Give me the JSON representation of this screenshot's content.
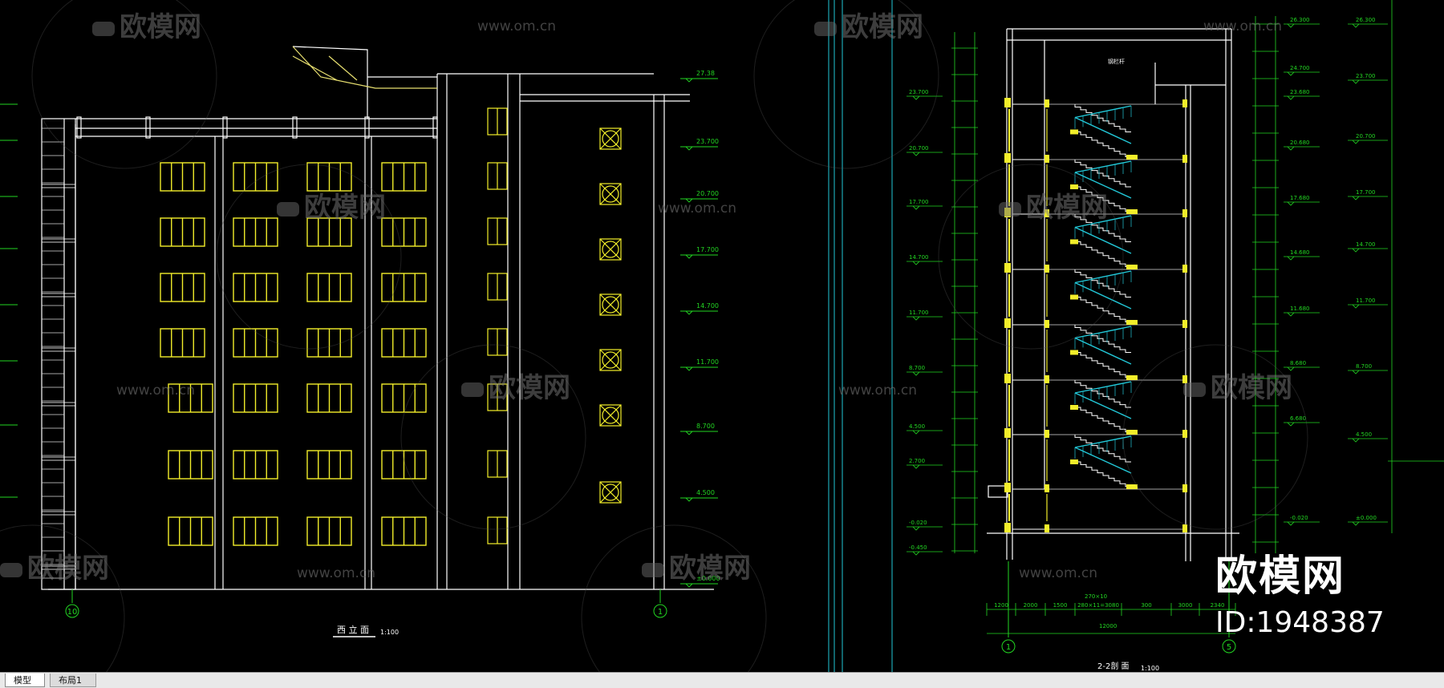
{
  "drawing": {
    "west_elevation_title": "西 立 面",
    "west_elevation_scale": "1:100",
    "section_title": "2-2剖 面",
    "section_scale": "1:100",
    "axis_left_elev": "10",
    "axis_right_elev": "1",
    "axis_left_sec": "1",
    "axis_right_sec": "5",
    "roof_note": "钢栏杆",
    "elevation_levels": [
      "27.38",
      "23.700",
      "20.700",
      "17.700",
      "14.700",
      "11.700",
      "8.700",
      "4.500",
      "±0.000"
    ],
    "section_left_levels": [
      "23.700",
      "20.700",
      "17.700",
      "14.700",
      "11.700",
      "8.700",
      "4.500",
      "2.700",
      "-0.020",
      "-0.450"
    ],
    "section_right_levels": [
      "26.300",
      "24.700",
      "23.680",
      "20.680",
      "17.680",
      "14.680",
      "11.680",
      "8.680",
      "6.680",
      "-0.020"
    ],
    "far_right_levels": [
      "26.300",
      "23.700",
      "20.700",
      "17.700",
      "14.700",
      "11.700",
      "8.700",
      "4.500",
      "±0.000"
    ],
    "section_dims": [
      "1200",
      "2000",
      "1500",
      "280×11=3080",
      "300",
      "3000",
      "2340"
    ],
    "section_total": "12000",
    "stair_dim": "270×10"
  },
  "watermark": {
    "logo_text": "欧模网",
    "url_text": "www.om.cn"
  },
  "brand": {
    "name": "欧模网",
    "id": "ID:1948387"
  },
  "tabs": {
    "model": "模型",
    "layout1": "布局1"
  }
}
